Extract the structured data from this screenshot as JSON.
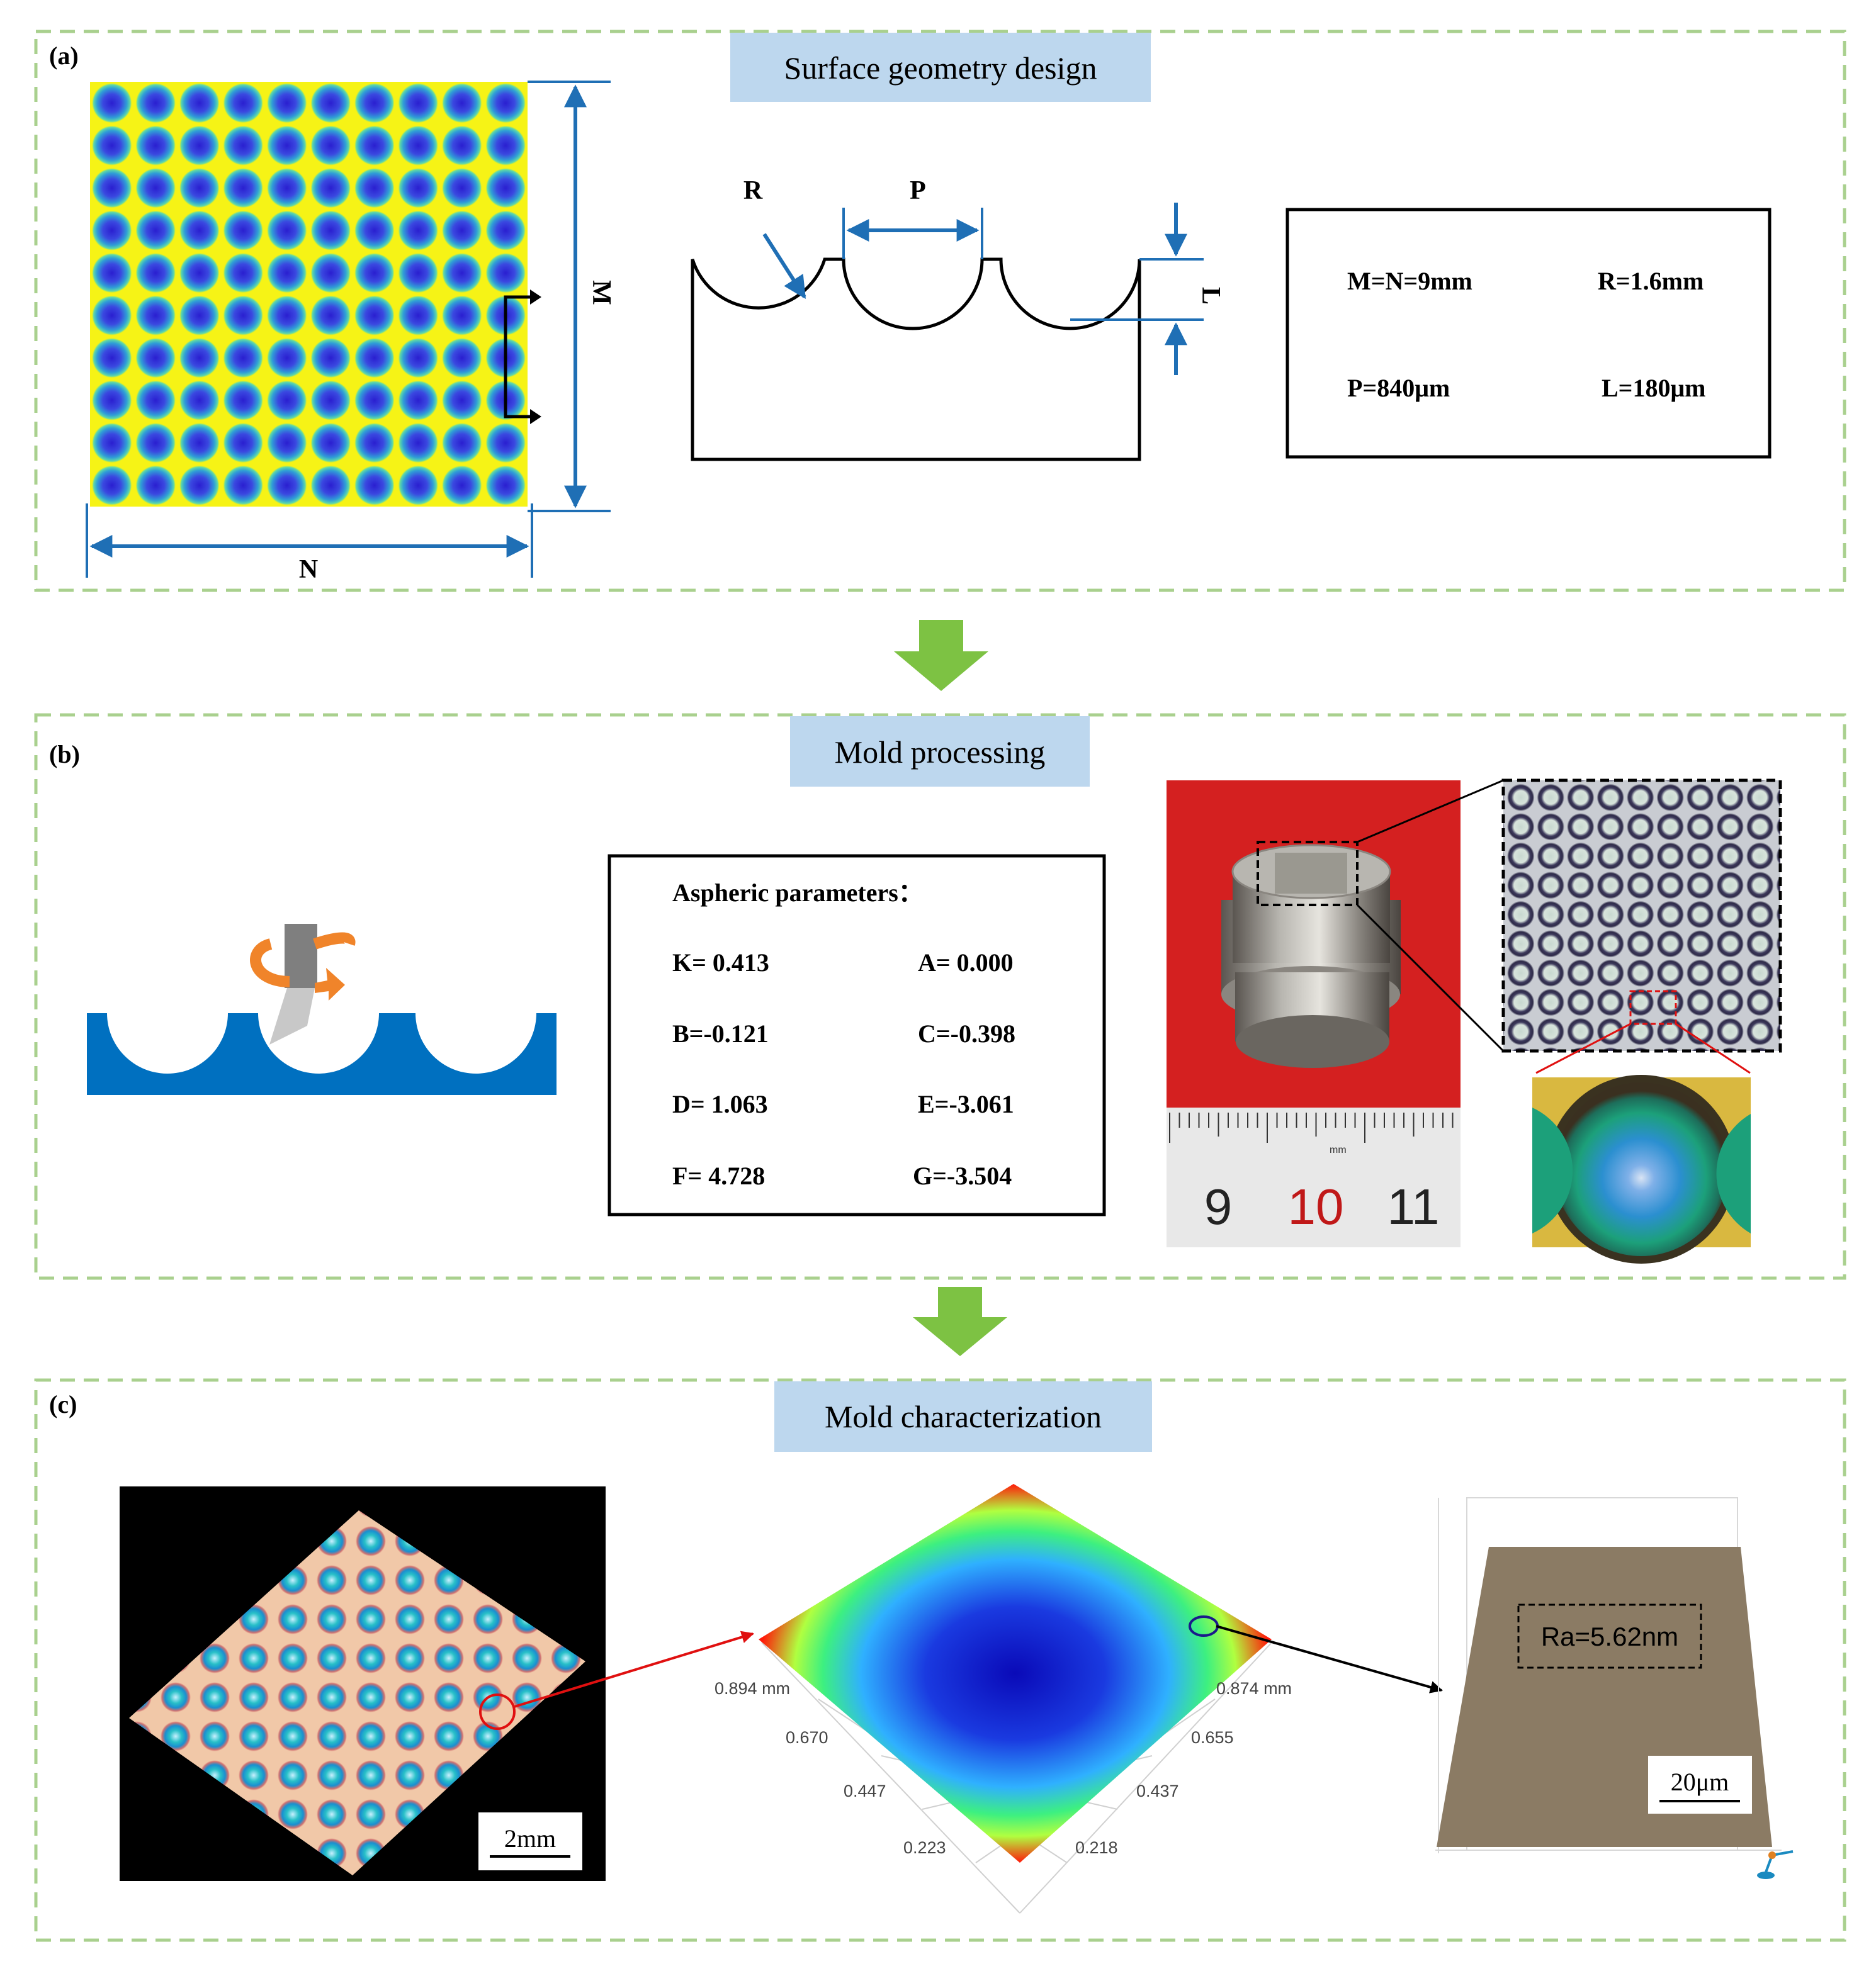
{
  "panel_a": {
    "tag": "(a)",
    "title": "Surface geometry design",
    "dim_M": "M",
    "dim_N": "N",
    "label_R": "R",
    "label_P": "P",
    "label_L": "L",
    "params": [
      {
        "text": "M=N=9mm"
      },
      {
        "text": "R=1.6mm"
      },
      {
        "text": "P=840μm"
      },
      {
        "text": "L=180μm"
      }
    ]
  },
  "panel_b": {
    "tag": "(b)",
    "title": "Mold processing",
    "aspheric_title": "Aspheric parameters：",
    "aspheric": [
      {
        "text": "K= 0.413"
      },
      {
        "text": "A= 0.000"
      },
      {
        "text": "B=-0.121"
      },
      {
        "text": "C=-0.398"
      },
      {
        "text": "D= 1.063"
      },
      {
        "text": "E=-3.061"
      },
      {
        "text": "F= 4.728"
      },
      {
        "text": "G=-3.504"
      }
    ],
    "ruler": {
      "unit": "mm",
      "n9": "9",
      "n10": "10",
      "n11": "11"
    }
  },
  "panel_c": {
    "tag": "(c)",
    "title": "Mold characterization",
    "scale_left": "2mm",
    "scale_right": "20μm",
    "roughness": "Ra=5.62nm",
    "axis_left": [
      "0.894 mm",
      "0.670",
      "0.447",
      "0.223"
    ],
    "axis_right": [
      "0.874 mm",
      "0.655",
      "0.437",
      "0.218"
    ]
  },
  "colors": {
    "frame_dash": "#a9d08e",
    "title_bg": "#bdd7ee",
    "arrow_green": "#7dc243",
    "dim_blue": "#1f6fb5",
    "array_yellow": "#f6f316",
    "dimple_blue": "#3a2fd8",
    "wave_blue": "#0070c0",
    "orange": "#f0842a",
    "red_bg": "#d42020",
    "surface_red": "#ff1a0a"
  }
}
